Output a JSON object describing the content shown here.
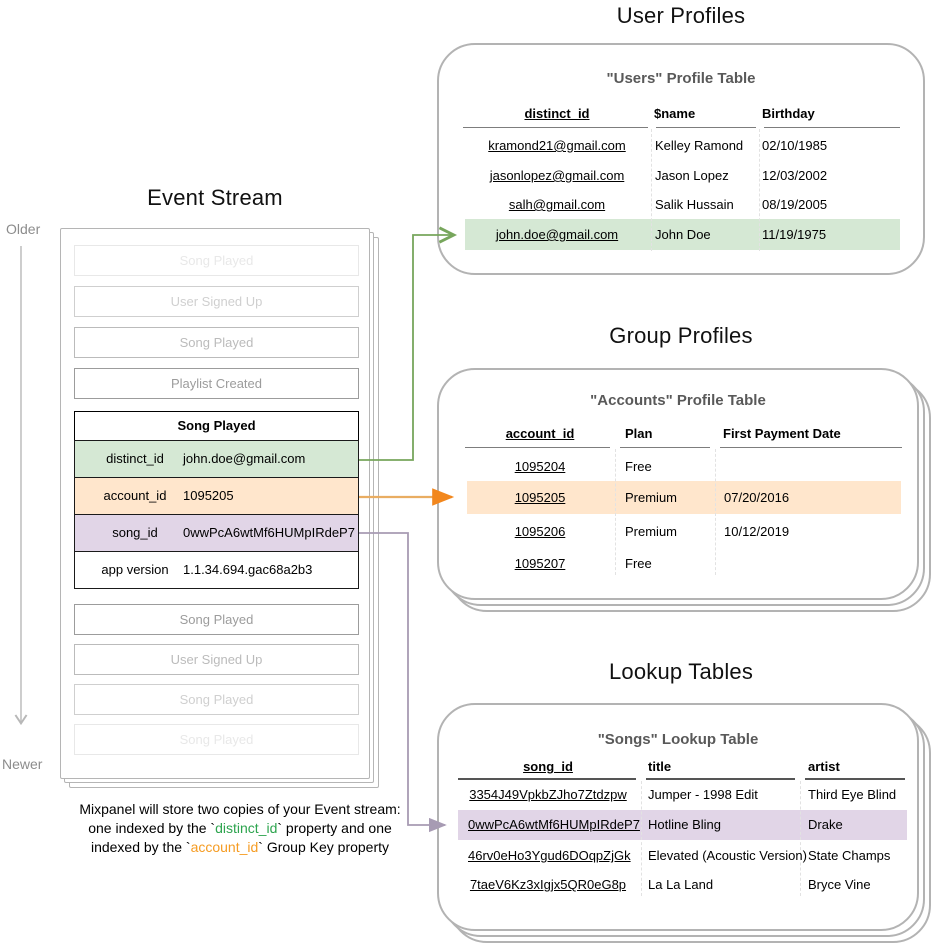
{
  "colors": {
    "highlight_green": "#d5e8d4",
    "highlight_orange": "#ffe6cc",
    "highlight_purple": "#e1d5e7",
    "arrow_green": "#77a65c",
    "arrow_orange_line": "#e9ad62",
    "arrow_orange_head": "#f2871d",
    "arrow_purple": "#a79bb3",
    "caption_green": "#2da44e",
    "caption_orange": "#f59c23"
  },
  "event_stream": {
    "title": "Event Stream",
    "older_label": "Older",
    "newer_label": "Newer",
    "events_before": [
      "Song Played",
      "User Signed Up",
      "Song Played",
      "Playlist Created"
    ],
    "expanded_event": {
      "name": "Song Played",
      "properties": [
        {
          "key": "distinct_id",
          "value": "john.doe@gmail.com"
        },
        {
          "key": "account_id",
          "value": "1095205"
        },
        {
          "key": "song_id",
          "value": "0wwPcA6wtMf6HUMpIRdeP7"
        },
        {
          "key": "app version",
          "value": "1.1.34.694.gac68a2b3"
        }
      ]
    },
    "events_after": [
      "Song Played",
      "User Signed Up",
      "Song Played",
      "Song Played"
    ]
  },
  "user_profiles": {
    "section_title": "User Profiles",
    "table_title": "\"Users\" Profile Table",
    "columns": [
      "distinct_id",
      "$name",
      "Birthday"
    ],
    "rows": [
      {
        "distinct_id": "kramond21@gmail.com",
        "name": "Kelley Ramond",
        "birthday": "02/10/1985"
      },
      {
        "distinct_id": "jasonlopez@gmail.com",
        "name": "Jason Lopez",
        "birthday": "12/03/2002"
      },
      {
        "distinct_id": "salh@gmail.com",
        "name": "Salik Hussain",
        "birthday": "08/19/2005"
      },
      {
        "distinct_id": "john.doe@gmail.com",
        "name": "John Doe",
        "birthday": "11/19/1975"
      }
    ]
  },
  "group_profiles": {
    "section_title": "Group Profiles",
    "table_title": "\"Accounts\" Profile Table",
    "columns": [
      "account_id",
      "Plan",
      "First Payment Date"
    ],
    "rows": [
      {
        "account_id": "1095204",
        "plan": "Free",
        "first_payment": ""
      },
      {
        "account_id": "1095205",
        "plan": "Premium",
        "first_payment": "07/20/2016"
      },
      {
        "account_id": "1095206",
        "plan": "Premium",
        "first_payment": "10/12/2019"
      },
      {
        "account_id": "1095207",
        "plan": "Free",
        "first_payment": ""
      }
    ]
  },
  "lookup_tables": {
    "section_title": "Lookup Tables",
    "table_title": "\"Songs\" Lookup Table",
    "columns": [
      "song_id",
      "title",
      "artist"
    ],
    "rows": [
      {
        "song_id": "3354J49VpkbZJho7Ztdzpw",
        "title": "Jumper - 1998 Edit",
        "artist": "Third Eye Blind"
      },
      {
        "song_id": "0wwPcA6wtMf6HUMpIRdeP7",
        "title": "Hotline Bling",
        "artist": "Drake"
      },
      {
        "song_id": "46rv0eHo3Ygud6DOqpZjGk",
        "title": "Elevated (Acoustic Version)",
        "artist": "State Champs"
      },
      {
        "song_id": "7taeV6Kz3xIgjx5QR0eG8p",
        "title": "La La Land",
        "artist": "Bryce Vine"
      }
    ]
  },
  "caption": {
    "line1": "Mixpanel will store two copies of your Event stream:",
    "line2_pre": "one indexed by the `",
    "line2_key": "distinct_id",
    "line2_post": "` property and one",
    "line3_pre": "indexed by the `",
    "line3_key": "account_id",
    "line3_post": "` Group Key property"
  }
}
